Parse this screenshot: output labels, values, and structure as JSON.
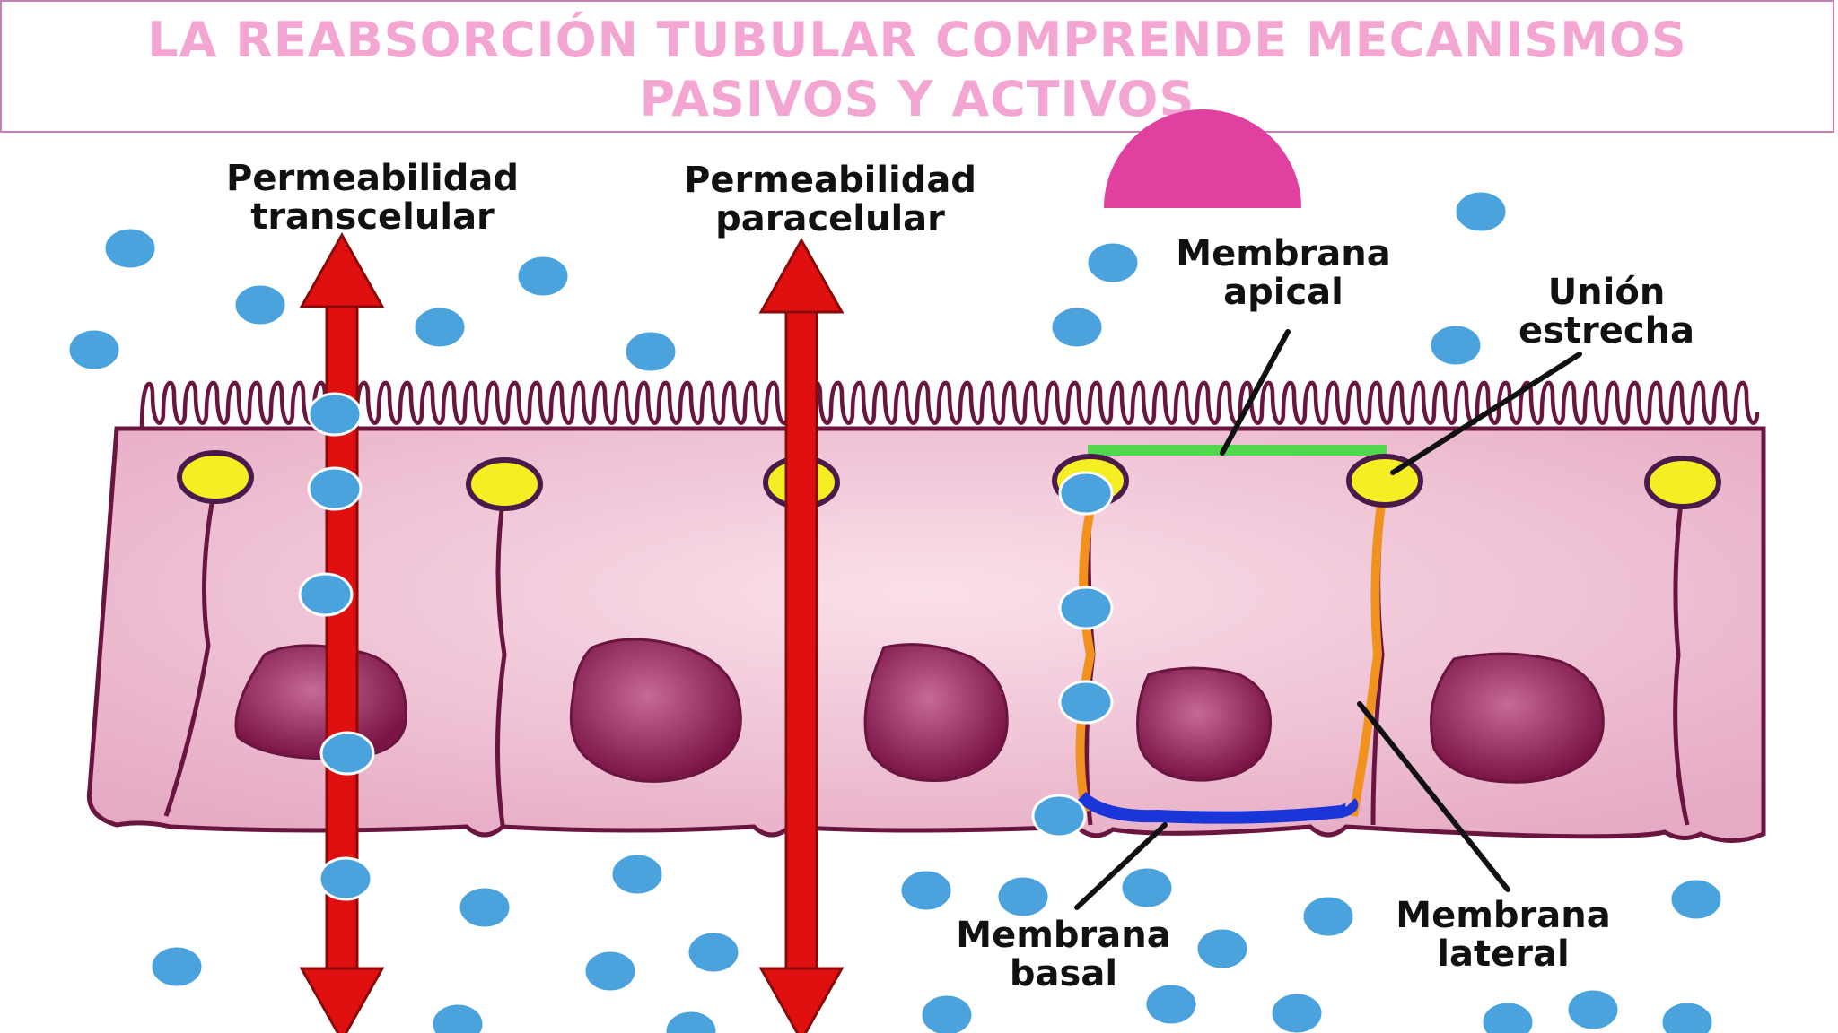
{
  "title": "LA REABSORCIÓN TUBULAR COMPRENDE MECANISMOS PASIVOS Y ACTIVOS",
  "labels": {
    "transcelular": [
      "Permeabilidad",
      "transcelular"
    ],
    "paracelular": [
      "Permeabilidad",
      "paracelular"
    ],
    "apical": [
      "Membrana",
      "apical"
    ],
    "union": [
      "Unión",
      "estrecha"
    ],
    "basal": [
      "Membrana",
      "basal"
    ],
    "lateral": [
      "Membrana",
      "lateral"
    ]
  },
  "colors": {
    "title": "#f4a6d2",
    "accent": "#e040a0",
    "cell_fill": "#f0c8d8",
    "cell_outline": "#6a1540",
    "nucleus": "#8a1a50",
    "tight_junction": "#f4ee22",
    "arrow": "#e01010",
    "molecule": "#4aa3dd",
    "apical_membrane": "#4fd84a",
    "lateral_membrane": "#f2921e",
    "basal_membrane": "#1a36d8"
  }
}
